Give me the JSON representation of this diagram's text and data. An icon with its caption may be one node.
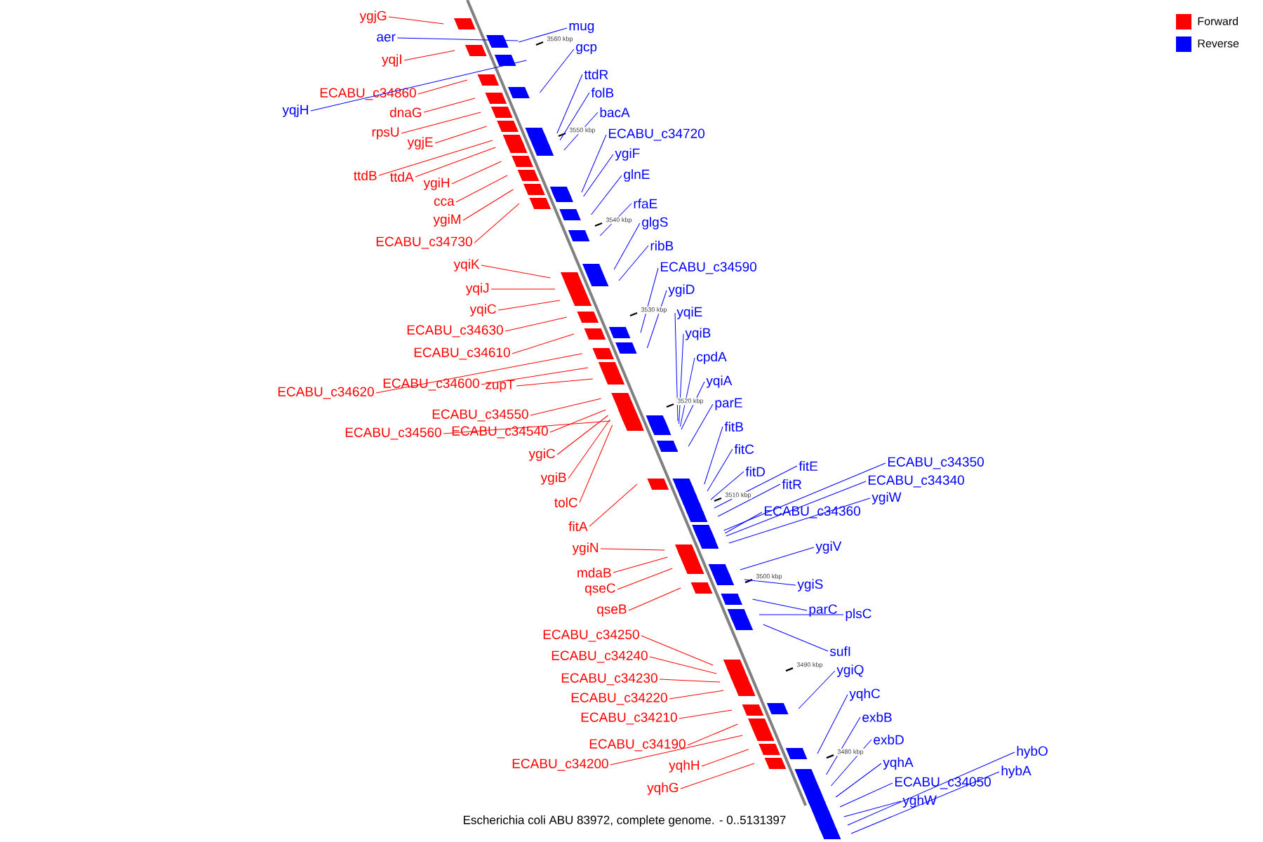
{
  "diagram": {
    "caption": "Escherichia coli ABU 83972, complete genome. - 0..5131397",
    "nodes": [
      {
        "text": [
          "ygjG"
        ]
      },
      {
        "text": [
          "yqjI"
        ]
      },
      {
        "text": [
          "ECABU_c34860"
        ]
      },
      {
        "text": [
          "dnaG"
        ]
      },
      {
        "text": [
          "rpsU"
        ]
      },
      {
        "text": [
          "ygjE"
        ]
      },
      {
        "text": [
          "ttdB"
        ]
      },
      {
        "text": [
          "ttdA"
        ]
      },
      {
        "text": [
          "ygiH"
        ]
      },
      {
        "text": [
          "cca"
        ]
      },
      {
        "text": [
          "ygiM"
        ]
      },
      {
        "text": [
          "ECABU_c34730"
        ]
      },
      {
        "text": [
          "yqiK"
        ]
      },
      {
        "text": [
          "yqiJ"
        ]
      },
      {
        "text": [
          "yqiC"
        ]
      },
      {
        "text": [
          "ECABU_c34630"
        ]
      },
      {
        "text": [
          "ECABU_c34610"
        ]
      },
      {
        "text": [
          "ECABU_c34620"
        ]
      },
      {
        "text": [
          "ECABU_c34600"
        ]
      },
      {
        "text": [
          "zupT"
        ]
      },
      {
        "text": [
          "ECABU_c34550"
        ]
      },
      {
        "text": [
          "ECABU_c34560"
        ]
      },
      {
        "text": [
          "ECABU_c34540"
        ]
      },
      {
        "text": [
          "ygiC"
        ]
      },
      {
        "text": [
          "ygiB"
        ]
      },
      {
        "text": [
          "tolC"
        ]
      },
      {
        "text": [
          "fitA"
        ]
      },
      {
        "text": [
          "ygiN"
        ]
      },
      {
        "text": [
          "mdaB"
        ]
      },
      {
        "text": [
          "qseC"
        ]
      },
      {
        "text": [
          "qseB"
        ]
      },
      {
        "text": [
          "ECABU_c34250"
        ]
      },
      {
        "text": [
          "ECABU_c34240"
        ]
      },
      {
        "text": [
          "ECABU_c34230"
        ]
      },
      {
        "text": [
          "ECABU_c34220"
        ]
      },
      {
        "text": [
          "ECABU_c34210"
        ]
      },
      {
        "text": [
          "ECABU_c34190"
        ]
      },
      {
        "text": [
          "ECABU_c34200"
        ]
      },
      {
        "text": [
          "yqhH"
        ]
      },
      {
        "text": [
          "yqhG"
        ]
      },
      {
        "text": [
          "aer"
        ]
      },
      {
        "text": [
          "yqjH"
        ]
      },
      {
        "text": [
          "mug"
        ]
      },
      {
        "text": [
          "gcp"
        ]
      },
      {
        "text": [
          "ttdR"
        ]
      },
      {
        "text": [
          "folB"
        ]
      },
      {
        "text": [
          "bacA"
        ]
      },
      {
        "text": [
          "ECABU_c34720"
        ]
      },
      {
        "text": [
          "ygiF"
        ]
      },
      {
        "text": [
          "glnE"
        ]
      },
      {
        "text": [
          "rfaE"
        ]
      },
      {
        "text": [
          "glgS"
        ]
      },
      {
        "text": [
          "ribB"
        ]
      },
      {
        "text": [
          "ECABU_c34590"
        ]
      },
      {
        "text": [
          "ygiD"
        ]
      },
      {
        "text": [
          "yqiE"
        ]
      },
      {
        "text": [
          "yqiB"
        ]
      },
      {
        "text": [
          "cpdA"
        ]
      },
      {
        "text": [
          "yqiA"
        ]
      },
      {
        "text": [
          "parE"
        ]
      },
      {
        "text": [
          "fitB"
        ]
      },
      {
        "text": [
          "fitC"
        ]
      },
      {
        "text": [
          "fitD"
        ]
      },
      {
        "text": [
          "fitE"
        ]
      },
      {
        "text": [
          "fitR"
        ]
      },
      {
        "text": [
          "ECABU_c34350"
        ]
      },
      {
        "text": [
          "ECABU_c34340"
        ]
      },
      {
        "text": [
          "ygiW"
        ]
      },
      {
        "text": [
          "ECABU_c34360"
        ]
      },
      {
        "text": [
          "ygiV"
        ]
      },
      {
        "text": [
          "ygiS"
        ]
      },
      {
        "text": [
          "parC"
        ]
      },
      {
        "text": [
          "plsC"
        ]
      },
      {
        "text": [
          "sufI"
        ]
      },
      {
        "text": [
          "ygiQ"
        ]
      },
      {
        "text": [
          "yqhC"
        ]
      },
      {
        "text": [
          "exbB"
        ]
      },
      {
        "text": [
          "exbD"
        ]
      },
      {
        "text": [
          "yqhA"
        ]
      },
      {
        "text": [
          "ECABU_c34050"
        ]
      },
      {
        "text": [
          "yghW"
        ]
      },
      {
        "text": [
          "hybO"
        ]
      },
      {
        "text": [
          "hybA"
        ]
      }
    ],
    "edges": [
      {
        "from": 0,
        "to": null,
        "arrow": "none",
        "color": "#ff0000"
      },
      {
        "from": 1,
        "to": null,
        "arrow": "none",
        "color": "#ff0000"
      },
      {
        "from": 2,
        "to": null,
        "arrow": "none",
        "color": "#ff0000"
      },
      {
        "from": 3,
        "to": null,
        "arrow": "none",
        "color": "#ff0000"
      },
      {
        "from": 4,
        "to": null,
        "arrow": "none",
        "color": "#ff0000"
      },
      {
        "from": 5,
        "to": null,
        "arrow": "none",
        "color": "#ff0000"
      },
      {
        "from": 6,
        "to": null,
        "arrow": "none",
        "color": "#ff0000"
      },
      {
        "from": 7,
        "to": null,
        "arrow": "none",
        "color": "#ff0000"
      },
      {
        "from": 8,
        "to": null,
        "arrow": "none",
        "color": "#ff0000"
      },
      {
        "from": 9,
        "to": null,
        "arrow": "none",
        "color": "#ff0000"
      },
      {
        "from": 10,
        "to": null,
        "arrow": "none",
        "color": "#ff0000"
      },
      {
        "from": 11,
        "to": null,
        "arrow": "none",
        "color": "#ff0000"
      },
      {
        "from": 12,
        "to": null,
        "arrow": "none",
        "color": "#ff0000"
      },
      {
        "from": 13,
        "to": null,
        "arrow": "none",
        "color": "#ff0000"
      },
      {
        "from": 14,
        "to": null,
        "arrow": "none",
        "color": "#ff0000"
      },
      {
        "from": 15,
        "to": null,
        "arrow": "none",
        "color": "#ff0000"
      },
      {
        "from": 16,
        "to": null,
        "arrow": "none",
        "color": "#ff0000"
      },
      {
        "from": 17,
        "to": null,
        "arrow": "none",
        "color": "#ff0000"
      },
      {
        "from": 18,
        "to": null,
        "arrow": "none",
        "color": "#ff0000"
      },
      {
        "from": 19,
        "to": null,
        "arrow": "none",
        "color": "#ff0000"
      },
      {
        "from": 20,
        "to": null,
        "arrow": "none",
        "color": "#ff0000"
      },
      {
        "from": 21,
        "to": null,
        "arrow": "none",
        "color": "#ff0000"
      },
      {
        "from": 22,
        "to": null,
        "arrow": "none",
        "color": "#ff0000"
      },
      {
        "from": 23,
        "to": null,
        "arrow": "none",
        "color": "#ff0000"
      },
      {
        "from": 24,
        "to": null,
        "arrow": "none",
        "color": "#ff0000"
      },
      {
        "from": 25,
        "to": null,
        "arrow": "none",
        "color": "#ff0000"
      },
      {
        "from": 26,
        "to": null,
        "arrow": "none",
        "color": "#ff0000"
      },
      {
        "from": 27,
        "to": null,
        "arrow": "none",
        "color": "#ff0000"
      },
      {
        "from": 28,
        "to": null,
        "arrow": "none",
        "color": "#ff0000"
      },
      {
        "from": 29,
        "to": null,
        "arrow": "none",
        "color": "#ff0000"
      },
      {
        "from": 30,
        "to": null,
        "arrow": "none",
        "color": "#ff0000"
      },
      {
        "from": 31,
        "to": null,
        "arrow": "none",
        "color": "#ff0000"
      },
      {
        "from": 32,
        "to": null,
        "arrow": "none",
        "color": "#ff0000"
      },
      {
        "from": 33,
        "to": null,
        "arrow": "none",
        "color": "#ff0000"
      },
      {
        "from": 34,
        "to": null,
        "arrow": "none",
        "color": "#ff0000"
      },
      {
        "from": 35,
        "to": null,
        "arrow": "none",
        "color": "#ff0000"
      },
      {
        "from": 36,
        "to": null,
        "arrow": "none",
        "color": "#ff0000"
      },
      {
        "from": 37,
        "to": null,
        "arrow": "none",
        "color": "#ff0000"
      },
      {
        "from": 38,
        "to": null,
        "arrow": "none",
        "color": "#ff0000"
      },
      {
        "from": 39,
        "to": null,
        "arrow": "none",
        "color": "#ff0000"
      },
      {
        "from": 40,
        "to": null,
        "arrow": "none"
      },
      {
        "from": 41,
        "to": null,
        "arrow": "none"
      },
      {
        "from": 42,
        "to": null,
        "arrow": "none"
      },
      {
        "from": 43,
        "to": null,
        "arrow": "none"
      },
      {
        "from": 44,
        "to": null,
        "arrow": "none"
      },
      {
        "from": 45,
        "to": null,
        "arrow": "none"
      },
      {
        "from": 46,
        "to": null,
        "arrow": "none"
      },
      {
        "from": 47,
        "to": null,
        "arrow": "none"
      },
      {
        "from": 48,
        "to": null,
        "arrow": "none"
      },
      {
        "from": 49,
        "to": null,
        "arrow": "none"
      },
      {
        "from": 50,
        "to": null,
        "arrow": "none"
      },
      {
        "from": 51,
        "to": null,
        "arrow": "none"
      },
      {
        "from": 52,
        "to": null,
        "arrow": "none"
      },
      {
        "from": 53,
        "to": null,
        "arrow": "none"
      },
      {
        "from": 54,
        "to": null,
        "arrow": "none"
      },
      {
        "from": 55,
        "to": null,
        "arrow": "none"
      },
      {
        "from": 56,
        "to": null,
        "arrow": "none"
      },
      {
        "from": 57,
        "to": null,
        "arrow": "none"
      },
      {
        "from": 58,
        "to": null,
        "arrow": "none"
      },
      {
        "from": 59,
        "to": null,
        "arrow": "none"
      },
      {
        "from": 60,
        "to": null,
        "arrow": "none"
      },
      {
        "from": 61,
        "to": null,
        "arrow": "none"
      },
      {
        "from": 62,
        "to": null,
        "arrow": "none"
      },
      {
        "from": 63,
        "to": null,
        "arrow": "none"
      },
      {
        "from": 64,
        "to": null,
        "arrow": "none"
      },
      {
        "from": 65,
        "to": null,
        "arrow": "none"
      },
      {
        "from": 66,
        "to": null,
        "arrow": "none"
      },
      {
        "from": 67,
        "to": null,
        "arrow": "none"
      },
      {
        "from": 68,
        "to": null,
        "arrow": "none"
      },
      {
        "from": 69,
        "to": null,
        "arrow": "none"
      },
      {
        "from": 70,
        "to": null,
        "arrow": "none"
      },
      {
        "from": 71,
        "to": null,
        "arrow": "none"
      },
      {
        "from": 72,
        "to": null,
        "arrow": "none"
      },
      {
        "from": 73,
        "to": null,
        "arrow": "none"
      },
      {
        "from": 74,
        "to": null,
        "arrow": "none"
      },
      {
        "from": 75,
        "to": null,
        "arrow": "none"
      },
      {
        "from": 76,
        "to": null,
        "arrow": "none"
      },
      {
        "from": 77,
        "to": null,
        "arrow": "none"
      },
      {
        "from": 78,
        "to": null,
        "arrow": "none"
      },
      {
        "from": 79,
        "to": null,
        "arrow": "none"
      },
      {
        "from": 80,
        "to": null,
        "arrow": "none"
      },
      {
        "from": 81,
        "to": null,
        "arrow": "none"
      },
      {
        "from": 82,
        "to": null,
        "arrow": "none"
      }
    ],
    "labels": [
      "3560 kbp",
      "3550 kbp",
      "3540 kbp",
      "3530 kbp",
      "3520 kbp",
      "3510 kbp",
      "3500 kbp",
      "3490 kbp",
      "3480 kbp"
    ],
    "legend": [
      {
        "text": "Forward",
        "color": "#ff0000"
      },
      {
        "text": "Reverse",
        "color": "#0000ff"
      }
    ]
  }
}
